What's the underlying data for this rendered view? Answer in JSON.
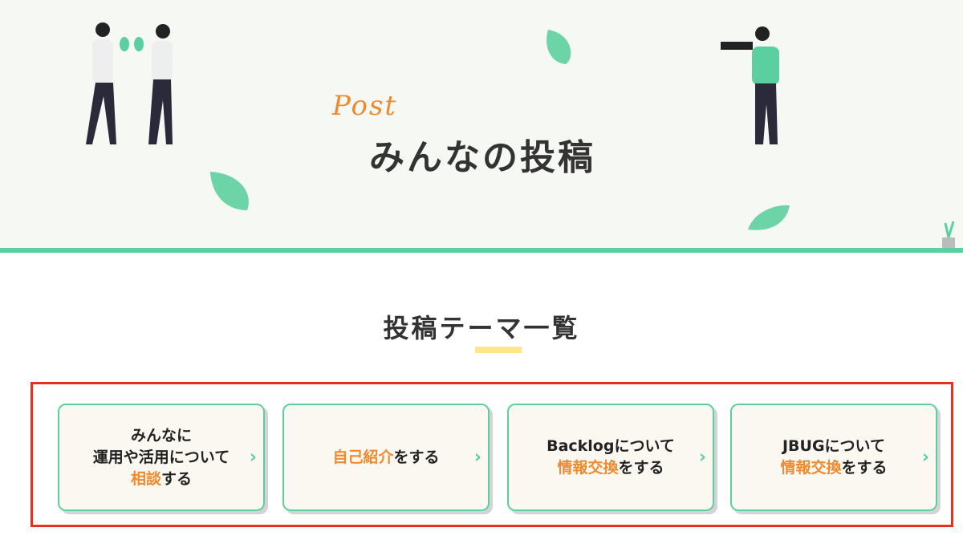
{
  "hero": {
    "script_label": "Post",
    "title": "みんなの投稿"
  },
  "section": {
    "title": "投稿テーマ一覧"
  },
  "cards": [
    {
      "line1": "みんなに",
      "line2": "運用や活用について",
      "highlight": "相談",
      "rest": "する"
    },
    {
      "highlight": "自己紹介",
      "rest": "をする"
    },
    {
      "line1": "Backlogについて",
      "highlight": "情報交換",
      "rest": "をする"
    },
    {
      "line1": "JBUGについて",
      "highlight": "情報交換",
      "rest": "をする"
    }
  ],
  "chevron": "›",
  "colors": {
    "accent_green": "#5ccfa0",
    "accent_orange": "#ef8a2e",
    "hero_bg": "#f6f8f3",
    "frame_red": "#e8301f"
  }
}
